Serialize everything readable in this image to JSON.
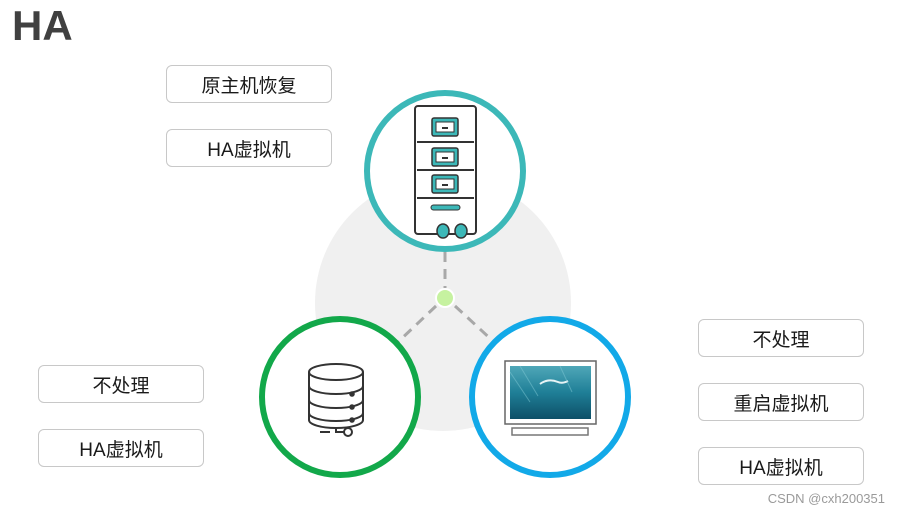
{
  "title": "HA",
  "nodes": {
    "server": {
      "labels": [
        "原主机恢复",
        "HA虚拟机"
      ],
      "ring_color": "#3cb8b8"
    },
    "storage": {
      "labels": [
        "不处理",
        "HA虚拟机"
      ],
      "ring_color": "#12a84a"
    },
    "monitor": {
      "labels": [
        "不处理",
        "重启虚拟机",
        "HA虚拟机"
      ],
      "ring_color": "#12a9e8"
    }
  },
  "colors": {
    "center_disc": "#f0f0f0",
    "hub": "#c6f2a0",
    "connector": "#a8a8a8",
    "icon_accent": "#3cb8b8"
  },
  "watermark": "CSDN @cxh200351"
}
